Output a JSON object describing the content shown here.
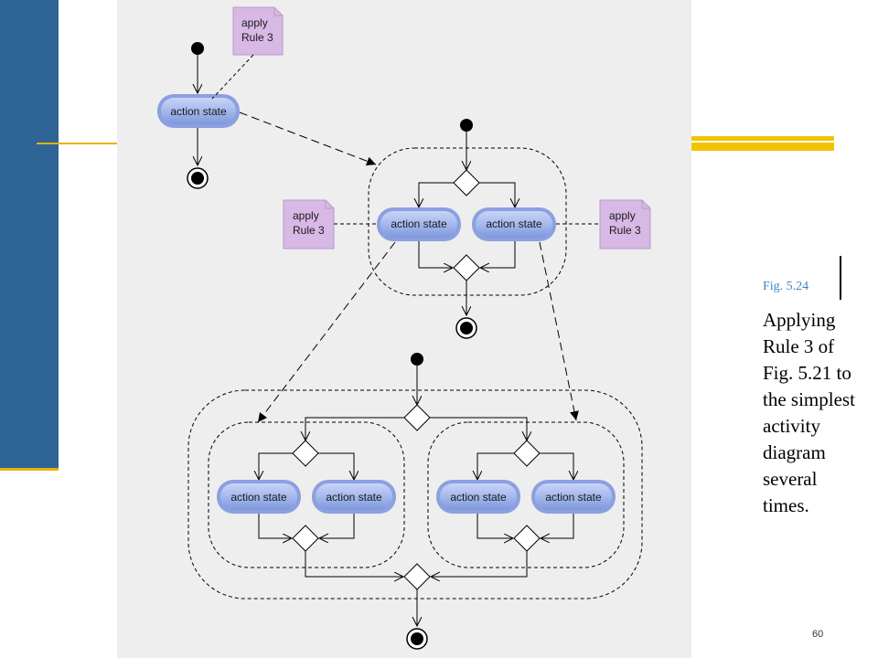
{
  "slide": {
    "figure_label": "Fig. 5.24",
    "caption": "Applying Rule 3 of Fig. 5.21 to the simplest activity diagram several times.",
    "page_number": "60"
  },
  "diagram": {
    "action_label": "action state",
    "note_line1": "apply",
    "note_line2": "Rule 3"
  },
  "colors": {
    "sidebar": "#2e6396",
    "accent": "#e5b200",
    "canvas": "#eeeeee",
    "action_fill": "#a4b8ec",
    "note_fill": "#d8b8e4",
    "figure_label": "#3a86c8"
  }
}
